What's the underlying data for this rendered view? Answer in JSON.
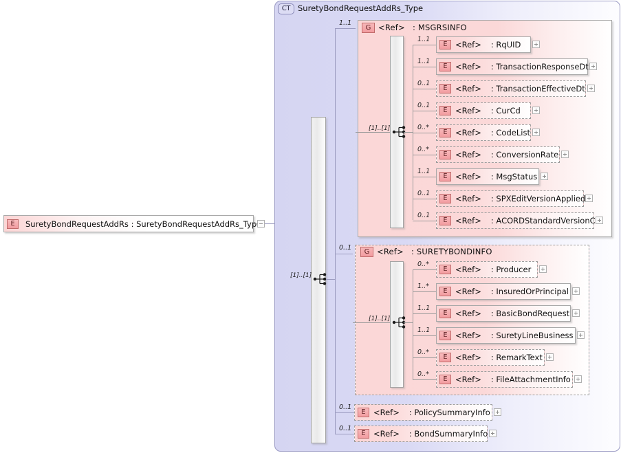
{
  "diagram": {
    "kind": "xml-schema-diagram",
    "root_element": {
      "badge": "E",
      "label": "SuretyBondRequestAddRs : SuretyBondRequestAddRs_Type",
      "expander": "minus"
    },
    "complex_type": {
      "badge": "CT",
      "title": "SuretyBondRequestAddRs_Type",
      "occurrence": "[1]..[1]"
    },
    "groups": [
      {
        "badge": "G",
        "ref": "<Ref>",
        "name": ": MSGRSINFO",
        "occurrence": "1..1",
        "inner_occurrence": "[1]..[1]",
        "required": true,
        "children": [
          {
            "badge": "E",
            "ref": "<Ref>",
            "name": ": RqUID",
            "occurrence": "1..1",
            "required": true,
            "expander": "plus"
          },
          {
            "badge": "E",
            "ref": "<Ref>",
            "name": ": TransactionResponseDt",
            "occurrence": "1..1",
            "required": true,
            "expander": "plus"
          },
          {
            "badge": "E",
            "ref": "<Ref>",
            "name": ": TransactionEffectiveDt",
            "occurrence": "0..1",
            "required": false,
            "expander": "plus"
          },
          {
            "badge": "E",
            "ref": "<Ref>",
            "name": ": CurCd",
            "occurrence": "0..1",
            "required": false,
            "expander": "plus"
          },
          {
            "badge": "E",
            "ref": "<Ref>",
            "name": ": CodeList",
            "occurrence": "0..*",
            "required": false,
            "expander": "plus"
          },
          {
            "badge": "E",
            "ref": "<Ref>",
            "name": ": ConversionRate",
            "occurrence": "0..*",
            "required": false,
            "expander": "plus"
          },
          {
            "badge": "E",
            "ref": "<Ref>",
            "name": ": MsgStatus",
            "occurrence": "1..1",
            "required": true,
            "expander": "plus"
          },
          {
            "badge": "E",
            "ref": "<Ref>",
            "name": ": SPXEditVersionApplied",
            "occurrence": "0..1",
            "required": false,
            "expander": "plus"
          },
          {
            "badge": "E",
            "ref": "<Ref>",
            "name": ": ACORDStandardVersionCd",
            "occurrence": "0..1",
            "required": false,
            "expander": "plus"
          }
        ]
      },
      {
        "badge": "G",
        "ref": "<Ref>",
        "name": ": SURETYBONDINFO",
        "occurrence": "0..1",
        "inner_occurrence": "[1]..[1]",
        "required": false,
        "children": [
          {
            "badge": "E",
            "ref": "<Ref>",
            "name": ": Producer",
            "occurrence": "0..*",
            "required": false,
            "expander": "plus"
          },
          {
            "badge": "E",
            "ref": "<Ref>",
            "name": ": InsuredOrPrincipal",
            "occurrence": "1..*",
            "required": true,
            "expander": "plus"
          },
          {
            "badge": "E",
            "ref": "<Ref>",
            "name": ": BasicBondRequest",
            "occurrence": "1..1",
            "required": true,
            "expander": "plus"
          },
          {
            "badge": "E",
            "ref": "<Ref>",
            "name": ": SuretyLineBusiness",
            "occurrence": "1..1",
            "required": true,
            "expander": "plus"
          },
          {
            "badge": "E",
            "ref": "<Ref>",
            "name": ": RemarkText",
            "occurrence": "0..*",
            "required": false,
            "expander": "plus"
          },
          {
            "badge": "E",
            "ref": "<Ref>",
            "name": ": FileAttachmentInfo",
            "occurrence": "0..*",
            "required": false,
            "expander": "plus"
          }
        ]
      }
    ],
    "trailing_elements": [
      {
        "badge": "E",
        "ref": "<Ref>",
        "name": ": PolicySummaryInfo",
        "occurrence": "0..1",
        "required": false,
        "expander": "plus"
      },
      {
        "badge": "E",
        "ref": "<Ref>",
        "name": ": BondSummaryInfo",
        "occurrence": "0..1",
        "required": false,
        "expander": "plus"
      }
    ],
    "colors": {
      "element_fill": "#fbd5d5",
      "group_fill": "#fbd7d7",
      "container_fill": "#d5d5f2",
      "badge_red": "#f29ca0",
      "badge_lavender": "#dcdcf4",
      "line": "#9a9a9a",
      "border": "#a9a9a9"
    }
  }
}
